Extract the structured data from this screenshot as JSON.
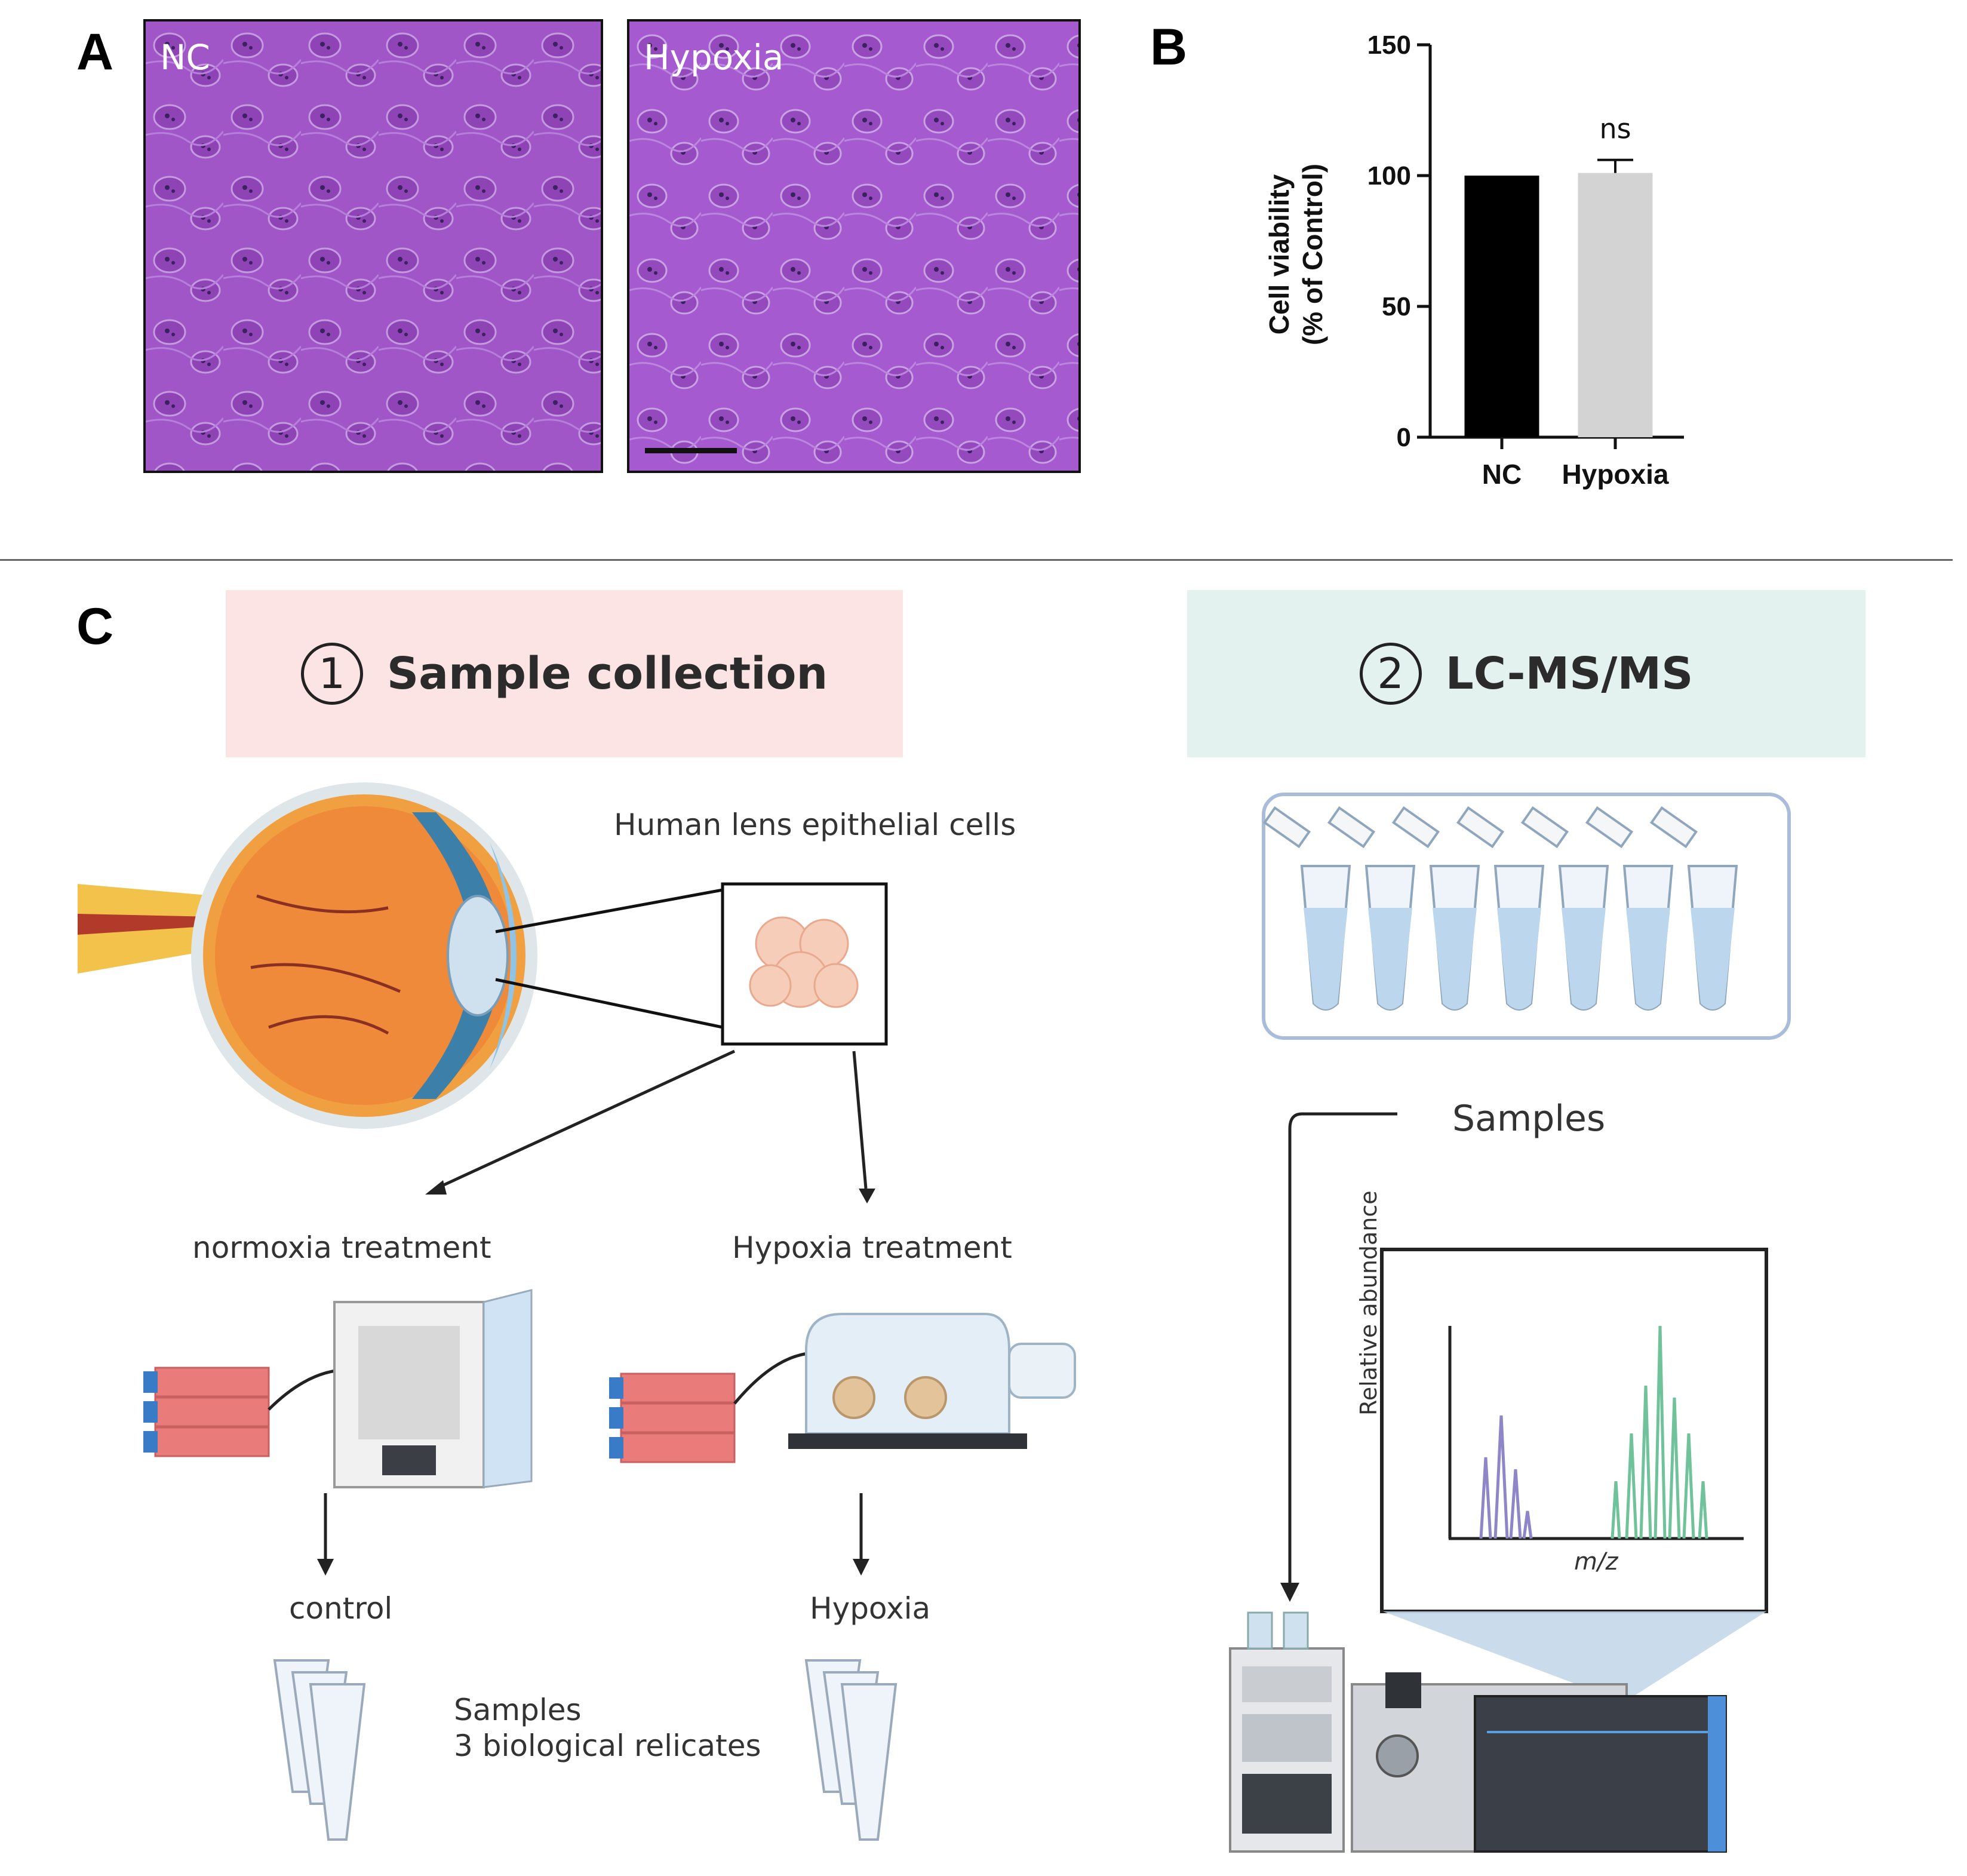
{
  "panels": {
    "a": {
      "letter": "A",
      "image_left_label": "NC",
      "image_right_label": "Hypoxia"
    },
    "b": {
      "letter": "B"
    },
    "c": {
      "letter": "C"
    }
  },
  "chart_data": {
    "type": "bar",
    "categories": [
      "NC",
      "Hypoxia"
    ],
    "values": [
      100,
      101
    ],
    "errors": [
      0,
      5
    ],
    "colors": [
      "#000000",
      "#d3d3d3"
    ],
    "ylabel": "Cell viability\n(% of Control)",
    "ylabel_line1": "Cell viability",
    "ylabel_line2": "(% of Control)",
    "ylim": [
      0,
      150
    ],
    "yticks": [
      0,
      50,
      100,
      150
    ],
    "annotations": [
      {
        "category": "Hypoxia",
        "text": "ns"
      }
    ],
    "grid": false
  },
  "step1": {
    "number": "1",
    "title": "Sample collection",
    "bg": "#fde4e4"
  },
  "step2": {
    "number": "2",
    "title": "LC-MS/MS",
    "bg": "#e3f2ee"
  },
  "labels": {
    "lens_cells": "Human lens epithelial cells",
    "normoxia": "normoxia treatment",
    "hypoxia_treatment": "Hypoxia treatment",
    "control": "control",
    "hypoxia_result": "Hypoxia",
    "samples_line1": "Samples",
    "samples_line2": "3 biological relicates",
    "samples_ms": "Samples",
    "spectrum_ylabel": "Relative abundance",
    "spectrum_xlabel": "m/z"
  }
}
